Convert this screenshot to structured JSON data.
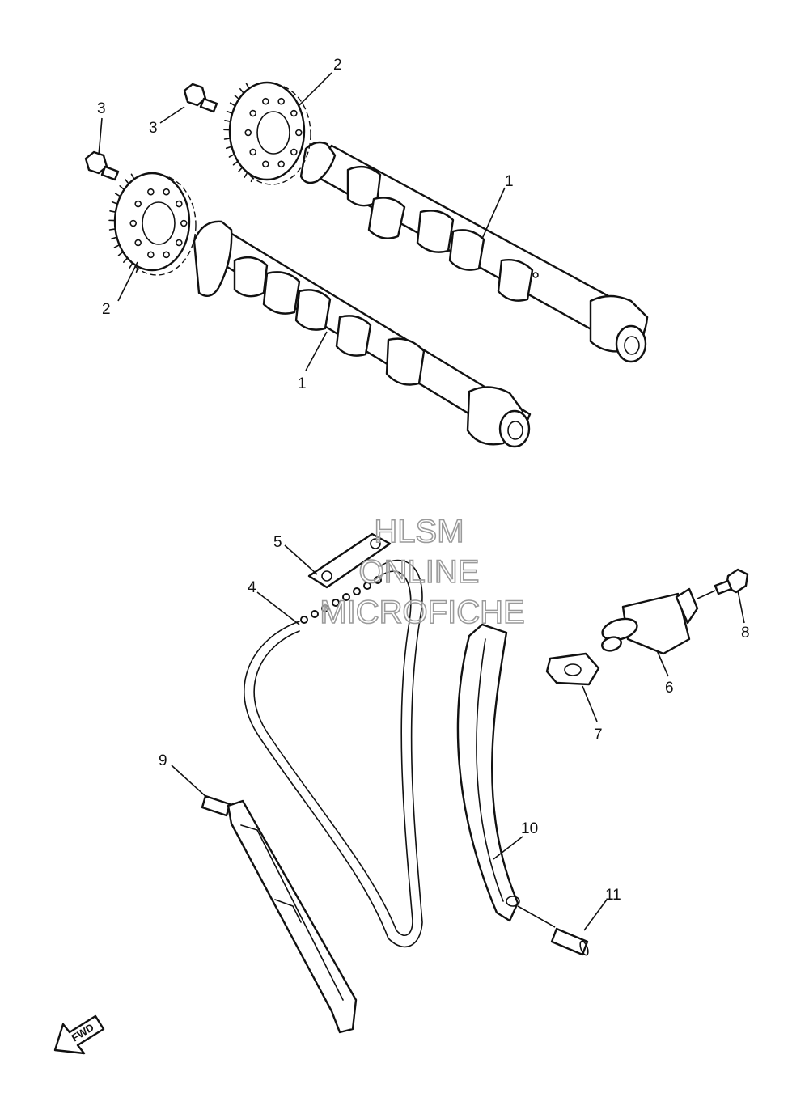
{
  "callouts": [
    {
      "id": "upper-camshaft",
      "text": "1"
    },
    {
      "id": "lower-camshaft",
      "text": "1"
    },
    {
      "id": "upper-sprocket",
      "text": "2"
    },
    {
      "id": "lower-sprocket",
      "text": "2"
    },
    {
      "id": "upper-bolt-a",
      "text": "3"
    },
    {
      "id": "upper-bolt-b",
      "text": "3"
    },
    {
      "id": "cam-chain",
      "text": "4"
    },
    {
      "id": "chain-guide-top",
      "text": "5"
    },
    {
      "id": "tensioner",
      "text": "6"
    },
    {
      "id": "tensioner-gasket",
      "text": "7"
    },
    {
      "id": "tensioner-bolt",
      "text": "8"
    },
    {
      "id": "guide-bolt",
      "text": "9"
    },
    {
      "id": "tensioner-guide",
      "text": "10"
    },
    {
      "id": "guide-pin",
      "text": "11"
    }
  ],
  "watermark": {
    "line1": "HLSM",
    "line2": "ONLINE",
    "line3": "MICROFICHE"
  },
  "fwd_badge": {
    "text": "FWD"
  }
}
